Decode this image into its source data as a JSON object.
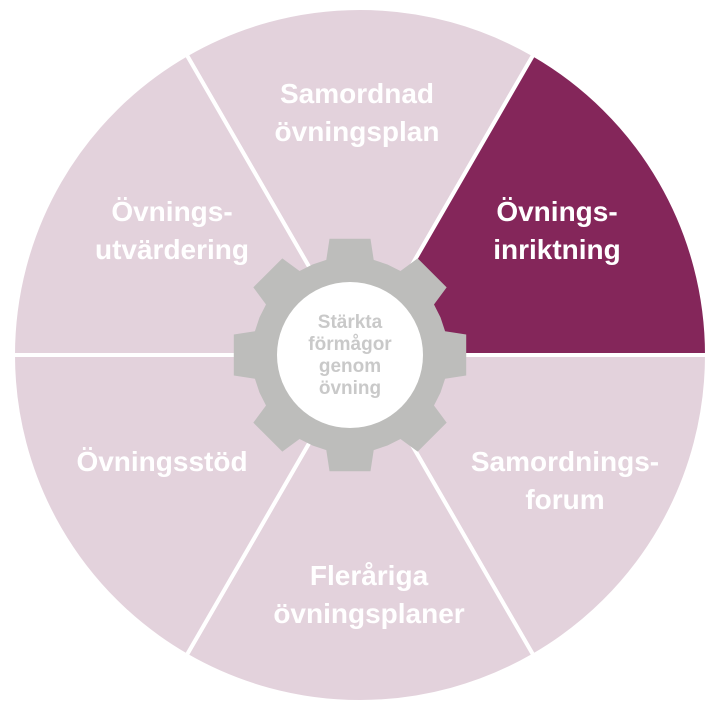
{
  "wheel": {
    "segments": [
      {
        "id": "top",
        "lines": [
          "Samordnad",
          "övningsplan"
        ],
        "highlighted": false
      },
      {
        "id": "upper-right",
        "lines": [
          "Övnings-",
          "inriktning"
        ],
        "highlighted": true
      },
      {
        "id": "lower-right",
        "lines": [
          "Samordnings-",
          "forum"
        ],
        "highlighted": false
      },
      {
        "id": "bottom",
        "lines": [
          "Fleråriga",
          "övningsplaner"
        ],
        "highlighted": false
      },
      {
        "id": "lower-left",
        "lines": [
          "Övningsstöd"
        ],
        "highlighted": false
      },
      {
        "id": "upper-left",
        "lines": [
          "Övnings-",
          "utvärdering"
        ],
        "highlighted": false
      }
    ],
    "center": {
      "lines": [
        "Stärkta",
        "förmågor",
        "genom",
        "övning"
      ]
    }
  },
  "colors": {
    "segment": "#e3d2dc",
    "highlight": "#84265a",
    "divider": "#ffffff",
    "gear": "#bdbdbb",
    "gear_hole": "#ffffff",
    "center_text": "#c9c9c9"
  },
  "icons": {
    "center": "gear-icon"
  }
}
